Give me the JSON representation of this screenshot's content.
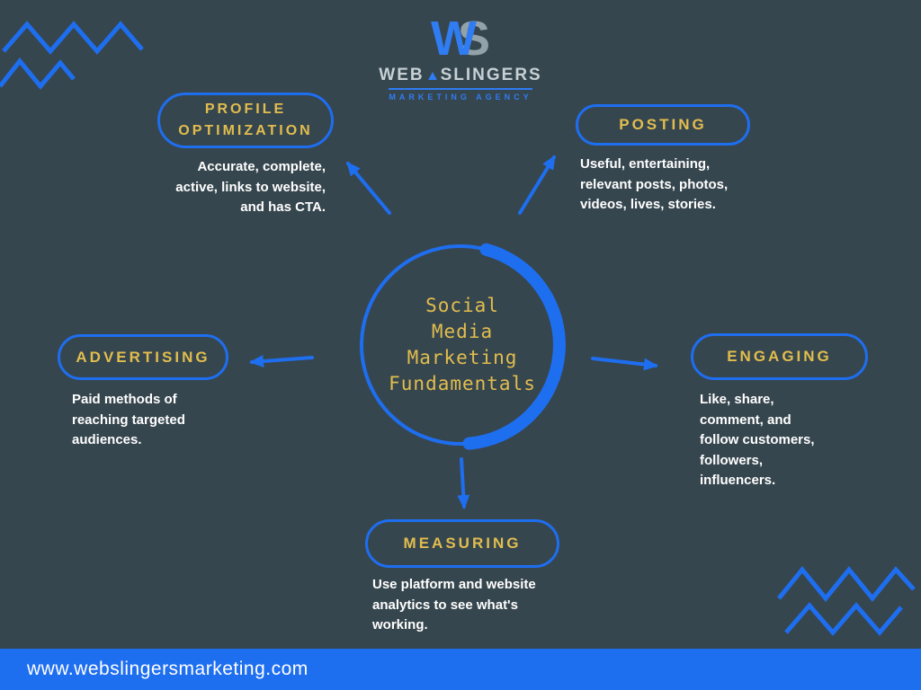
{
  "colors": {
    "background": "#36464e",
    "accent_blue": "#1e6ef0",
    "accent_yellow": "#e2bd4e",
    "text_white": "#ffffff",
    "logo_gray": "#c7d0d4"
  },
  "icons": {
    "spider_caret": "css-triangle-up",
    "zigzag_decoration": "svg-polyline",
    "arrows": "svg-line-with-arrowhead"
  },
  "logo": {
    "monogram_w": "W",
    "monogram_s": "S",
    "name_left": "WEB",
    "name_right": "SLINGERS",
    "tagline": "MARKETING AGENCY"
  },
  "center": {
    "title": "Social\nMedia\nMarketing\nFundamentals"
  },
  "nodes": [
    {
      "id": "profile-optimization",
      "label": "PROFILE\nOPTIMIZATION",
      "description": "Accurate, complete,\nactive, links to website,\nand has CTA."
    },
    {
      "id": "posting",
      "label": "POSTING",
      "description": "Useful, entertaining,\nrelevant posts, photos,\nvideos, lives, stories."
    },
    {
      "id": "advertising",
      "label": "ADVERTISING",
      "description": "Paid methods of\nreaching targeted\naudiences."
    },
    {
      "id": "engaging",
      "label": "ENGAGING",
      "description": "Like, share,\ncomment, and\nfollow customers,\nfollowers,\ninfluencers."
    },
    {
      "id": "measuring",
      "label": "MEASURING",
      "description": "Use platform and website\nanalytics to see what's\nworking."
    }
  ],
  "footer": {
    "url": "www.webslingersmarketing.com"
  }
}
